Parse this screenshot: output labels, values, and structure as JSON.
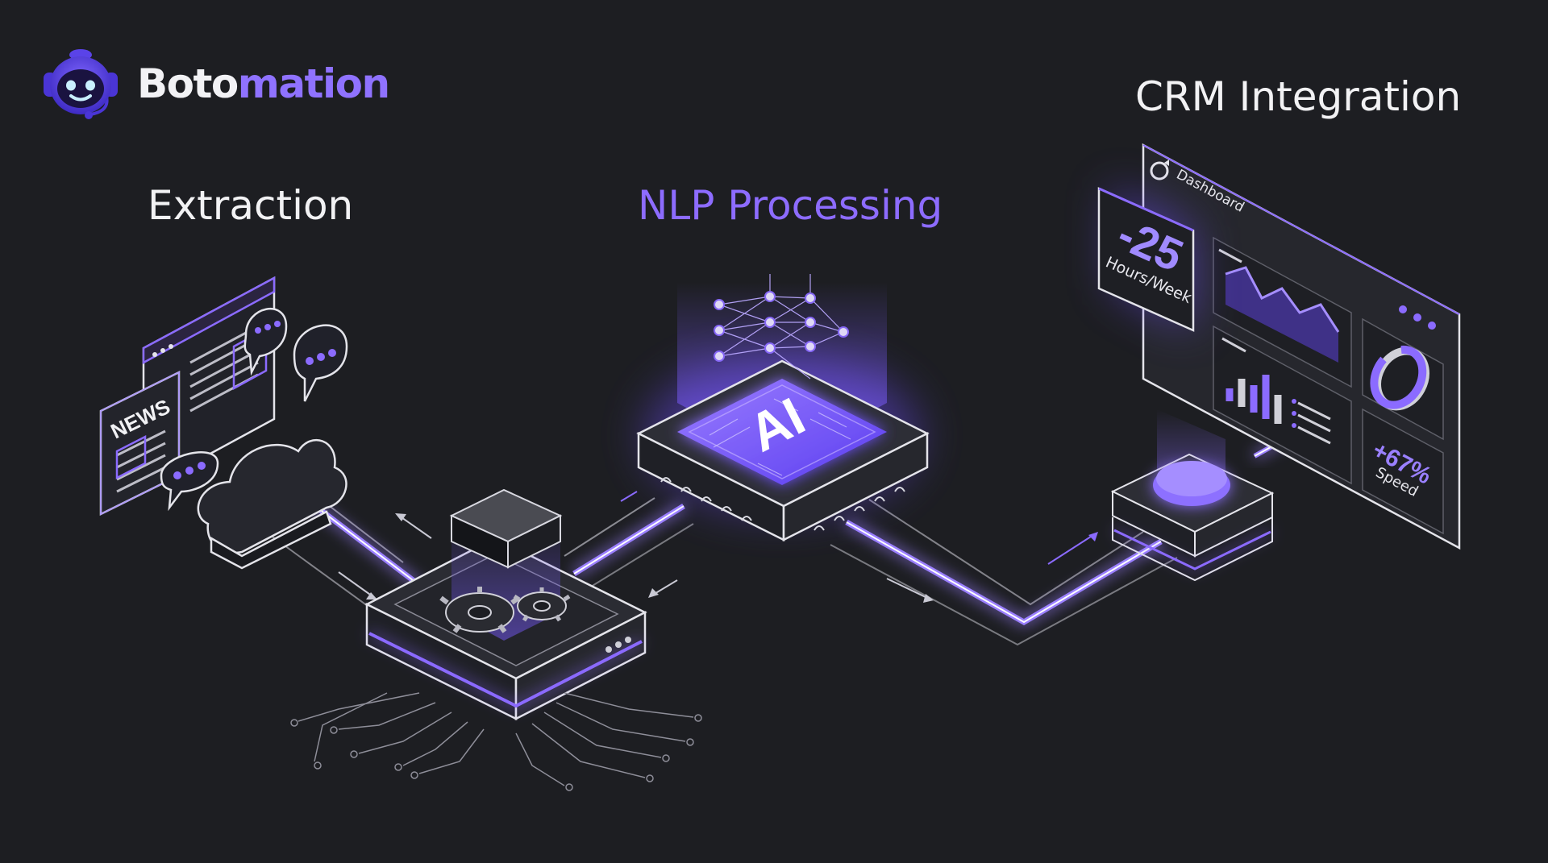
{
  "brand": {
    "name_part1": "Boto",
    "name_part2": "mation",
    "logo_icon": "robot-head-icon"
  },
  "stages": {
    "extraction": {
      "label": "Extraction"
    },
    "nlp": {
      "label": "NLP Processing"
    },
    "crm": {
      "label": "CRM Integration"
    }
  },
  "sources": {
    "news_label": "NEWS"
  },
  "processor": {
    "chip_label": "AI"
  },
  "dashboard": {
    "title": "Dashboard",
    "metric_hours": {
      "value": "-25",
      "unit": "Hours/Week"
    },
    "metric_speed": {
      "value": "+67%",
      "unit": "Speed"
    }
  },
  "colors": {
    "background": "#1d1e22",
    "accent": "#8b6bff",
    "accent_dark": "#5b3fd8",
    "line": "#cfcfd8"
  }
}
